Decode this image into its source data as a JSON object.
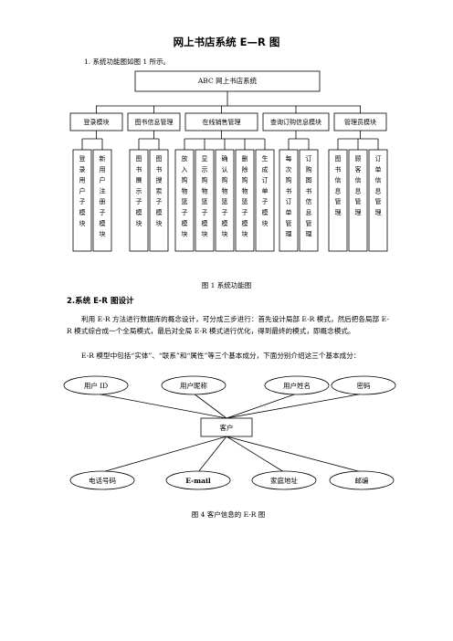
{
  "doc": {
    "title": "网上书店系统 E—R 图",
    "intro": "1.   系统功能图如图 1 所示。",
    "fig1_caption": "图 1   系统功能图",
    "section2": "2.系统 E-R 图设计",
    "para1": "利用 E-R 方法进行数据库的概念设计，可分成三步进行：首先设计局部 E-R 模式，然后把各局部 E-R 模式综合成一个全局模式，最后对全局 E-R 模式进行优化，得到最终的模式，即概念模式。",
    "para2": "E-R 模型中包括“实体”、“联系”和“属性”等三个基本成分，下面分别介绍这三个基本成分：",
    "fig4_caption": "图 4 客户信息的 E-R 图"
  },
  "func_diagram": {
    "root": "ABC 网上书店系统",
    "modules": [
      {
        "name": "登录模块",
        "children": [
          "登录用户子模块",
          "新用户注册子模块"
        ]
      },
      {
        "name": "图书信息管理",
        "children": [
          "图书展示子模块",
          "图书搜索子模块"
        ]
      },
      {
        "name": "在线销售管理",
        "children": [
          "放入购物篮子模块",
          "显示购物篮子模块",
          "确认购物篮子模块",
          "删除购物篮子模块",
          "生成订单子模块"
        ]
      },
      {
        "name": "查询订购信息模块",
        "children": [
          "每次购书订单管理",
          "订购图书信息管理"
        ]
      },
      {
        "name": "管理员模块",
        "children": [
          "图书信息管理",
          "顾客信息管理",
          "订单信息管理"
        ]
      }
    ]
  },
  "er_diagram": {
    "entity": "客户",
    "top_attrs": [
      "用户 ID",
      "用户昵称",
      "用户姓名",
      "密码"
    ],
    "bottom_attrs": [
      "电话号码",
      "E-mail",
      "家庭地址",
      "邮编"
    ]
  }
}
